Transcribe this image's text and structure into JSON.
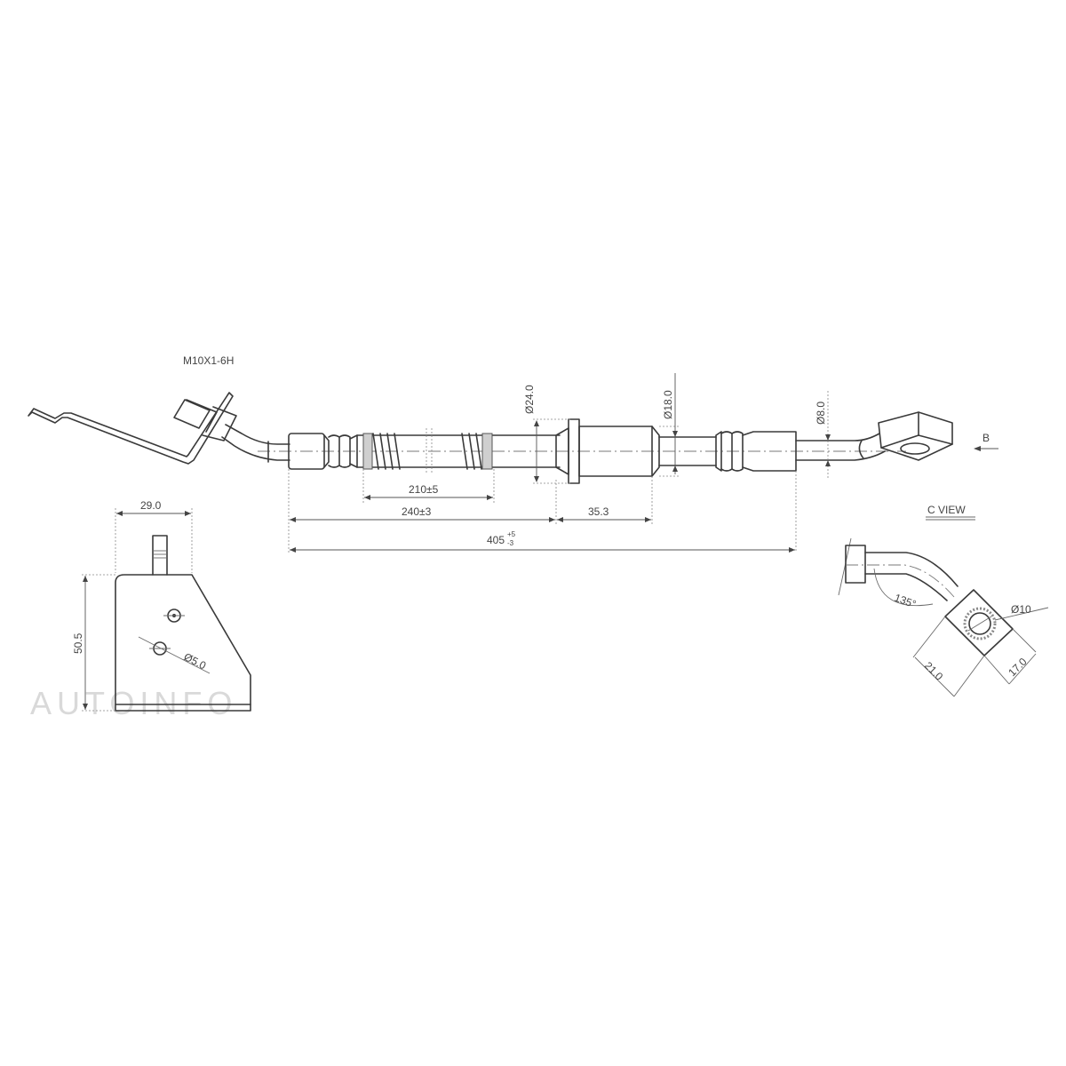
{
  "drawing": {
    "type": "brake hose technical drawing",
    "labels": {
      "thread_spec": "M10X1-6H",
      "view_arrow_b": "B",
      "c_view_title": "C VIEW"
    },
    "dimensions": {
      "dia_24": "Ø24.0",
      "dia_18": "Ø18.0",
      "dia_8": "Ø8.0",
      "len_210": "210±5",
      "len_240": "240±3",
      "len_35": "35.3",
      "len_405_base": "405",
      "len_405_upper": "+5",
      "len_405_lower": "-3",
      "bracket_width": "29.0",
      "bracket_height": "50.5",
      "bracket_hole": "Ø5.0",
      "c_angle": "135°",
      "c_dia": "Ø10",
      "c_w21": "21.0",
      "c_w17": "17.0"
    },
    "watermark": "AUTOINFO"
  }
}
